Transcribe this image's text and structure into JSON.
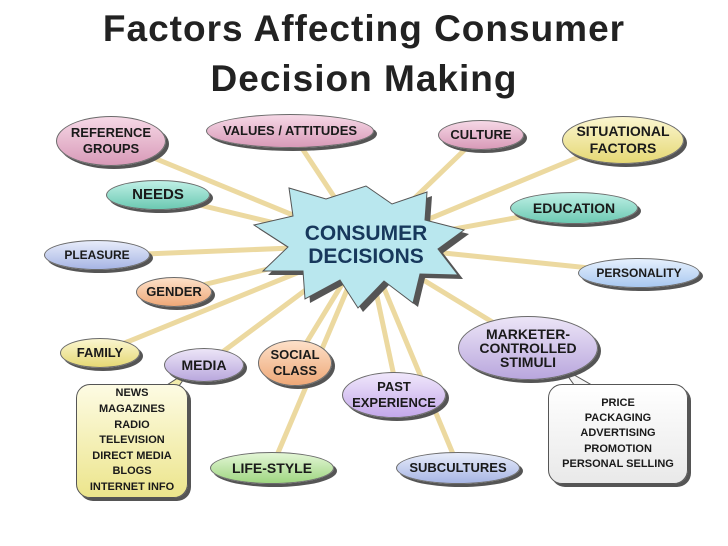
{
  "title": {
    "line1": "Factors Affecting Consumer",
    "line2": "Decision Making"
  },
  "center": {
    "label": "CONSUMER\nDECISIONS"
  },
  "factors": {
    "reference_groups": "REFERENCE\nGROUPS",
    "values_attitudes": "VALUES / ATTITUDES",
    "culture": "CULTURE",
    "situational_factors": "SITUATIONAL\nFACTORS",
    "needs": "NEEDS",
    "education": "EDUCATION",
    "pleasure": "PLEASURE",
    "personality": "PERSONALITY",
    "gender": "GENDER",
    "family": "FAMILY",
    "media": "MEDIA",
    "social_class": "SOCIAL\nCLASS",
    "marketer_controlled_stimuli": "MARKETER-\nCONTROLLED\nSTIMULI",
    "past_experience": "PAST\nEXPERIENCE",
    "life_style": "LIFE-STYLE",
    "subcultures": "SUBCULTURES"
  },
  "callouts": {
    "media_list": "NEWS\nMAGAZINES\nRADIO\nTELEVISION\nDIRECT MEDIA\nBLOGS\nINTERNET INFO",
    "marketing_list": "PRICE\nPACKAGING\nADVERTISING\nPROMOTION\nPERSONAL SELLING"
  },
  "colors": {
    "spoke": "#ecd9a0",
    "starburst": "#b9e7ee",
    "center_text": "#17385c"
  }
}
